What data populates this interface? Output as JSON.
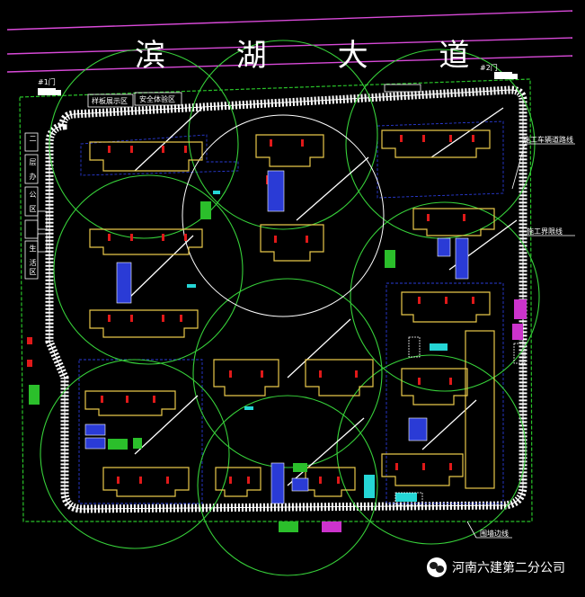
{
  "road": {
    "name": "滨 湖 大 道"
  },
  "gates": {
    "left": "#1门",
    "right": "#2门"
  },
  "labels": {
    "office": "样板展示区",
    "safety": "安全体验区",
    "fence_1": "施工车辆道路线",
    "fence_2": "施工界限线",
    "bottom": "围墙边线"
  },
  "side_notes": [
    "二",
    "层",
    "办",
    "公",
    "区",
    "生",
    "活",
    "区"
  ],
  "watermark": {
    "text": "河南六建第二分公司"
  },
  "colors": {
    "building": "#e8c84a",
    "crane_radius": "#37d13a",
    "wall": "#ffffff",
    "road_line": "#d94ad9",
    "site_boundary": "#29c329",
    "unit_red": "#e01919",
    "blue_block": "#2a3bd6",
    "cyan_block": "#25d6d6",
    "magenta_block": "#cc33cc",
    "green_block": "#2bbf2b"
  }
}
